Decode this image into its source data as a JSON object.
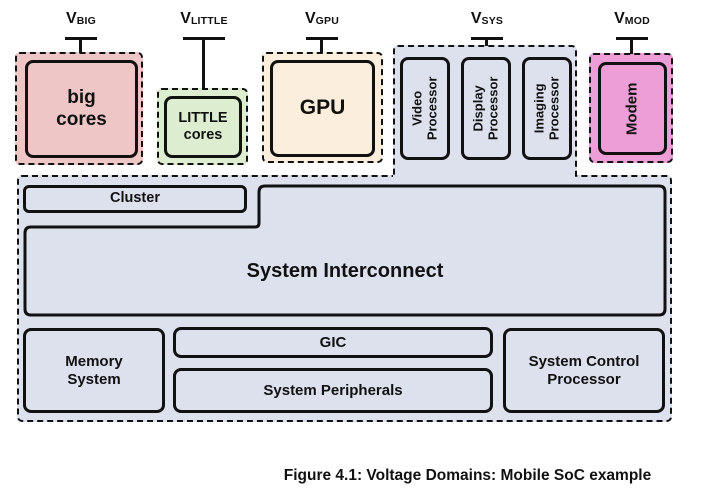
{
  "figure": {
    "caption": "Figure 4.1: Voltage Domains: Mobile SoC example"
  },
  "labels": {
    "vbig": {
      "base": "V",
      "sub": "BIG"
    },
    "vlittle": {
      "base": "V",
      "sub": "LITTLE"
    },
    "vgpu": {
      "base": "V",
      "sub": "GPU"
    },
    "vsys": {
      "base": "V",
      "sub": "SYS"
    },
    "vmod": {
      "base": "V",
      "sub": "MOD"
    }
  },
  "blocks": {
    "big_cores": "big\ncores",
    "little_cores": "LITTLE\ncores",
    "gpu": "GPU",
    "video": "Video\nProcessor",
    "display": "Display\nProcessor",
    "imaging": "Imaging\nProcessor",
    "modem": "Modem",
    "cluster": "Cluster",
    "interconnect": "System Interconnect",
    "memory": "Memory\nSystem",
    "gic": "GIC",
    "peripherals": "System Peripherals",
    "scp": "System Control\nProcessor"
  },
  "colors": {
    "big_fill": "#eec6c6",
    "little_fill": "#dcedd0",
    "gpu_fill": "#fbeedd",
    "sys_fill": "#dde1ed",
    "modem_fill": "#ee9ed6",
    "line": "#111111"
  }
}
